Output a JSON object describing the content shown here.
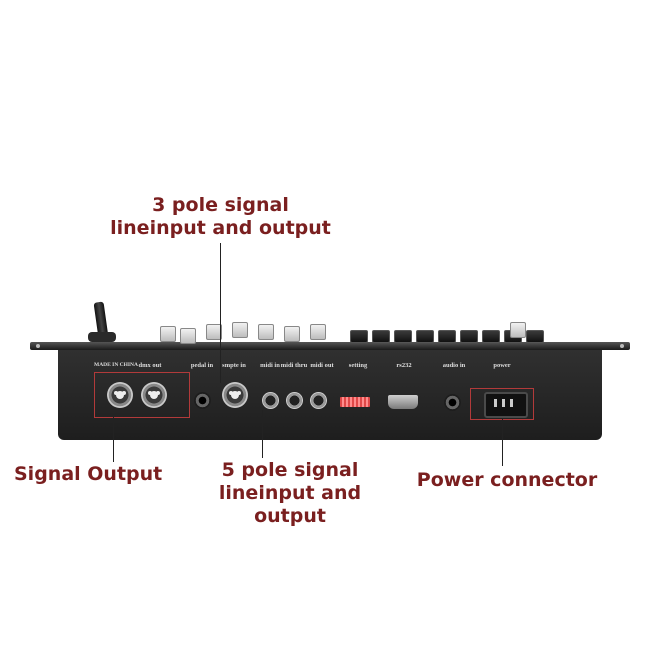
{
  "callouts": {
    "three_pole": "3 pole signal\nlineinput and output",
    "signal_output": "Signal Output",
    "five_pole": "5 pole signal\nlineinput and output",
    "power_connector": "Power connector"
  },
  "panel_labels": {
    "made_in": "MADE IN CHINA",
    "dmx_out": "dmx out",
    "pedal_in": "pedal in",
    "smpte_in": "smpte in",
    "midi_in": "midi in",
    "midi_thru": "midi thru",
    "midi_out": "midi out",
    "setting": "setting",
    "rs232": "rs232",
    "audio_in": "audio in",
    "power": "power"
  },
  "colors": {
    "callout_text": "#7a1f1f",
    "highlight_box": "#b23a3a",
    "panel_body": "#2b2b2b"
  }
}
